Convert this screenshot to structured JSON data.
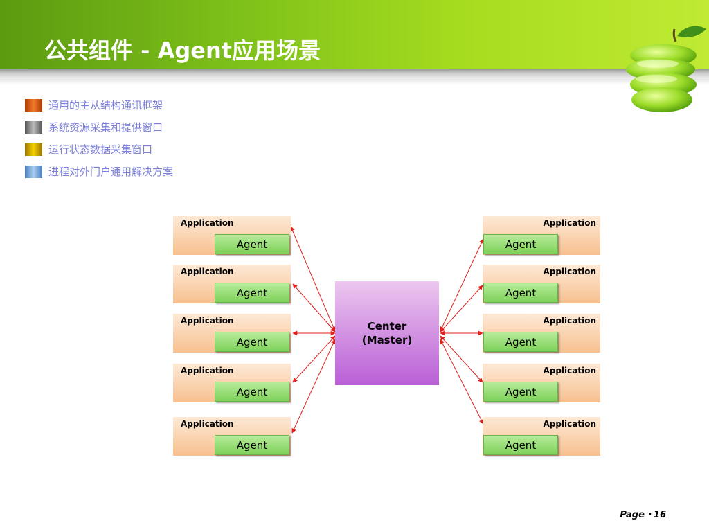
{
  "title": "公共组件 - Agent应用场景",
  "bullets": [
    {
      "text": "通用的主从结构通讯框架",
      "color": "#e05a10"
    },
    {
      "text": "系统资源采集和提供窗口",
      "color": "#8a8a8a"
    },
    {
      "text": "运行状态数据采集窗口",
      "color": "#d4a500"
    },
    {
      "text": "进程对外门户通用解决方案",
      "color": "#6a9fd8"
    }
  ],
  "diagram": {
    "center": {
      "line1": "Center",
      "line2": "(Master)"
    },
    "left": [
      {
        "app": "Application",
        "agent": "Agent"
      },
      {
        "app": "Application",
        "agent": "Agent"
      },
      {
        "app": "Application",
        "agent": "Agent"
      },
      {
        "app": "Application",
        "agent": "Agent"
      },
      {
        "app": "Application",
        "agent": "Agent"
      }
    ],
    "right": [
      {
        "app": "Application",
        "agent": "Agent"
      },
      {
        "app": "Application",
        "agent": "Agent"
      },
      {
        "app": "Application",
        "agent": "Agent"
      },
      {
        "app": "Application",
        "agent": "Agent"
      },
      {
        "app": "Application",
        "agent": "Agent"
      }
    ],
    "arrow_color": "#e0201c"
  },
  "page": "Page・16"
}
